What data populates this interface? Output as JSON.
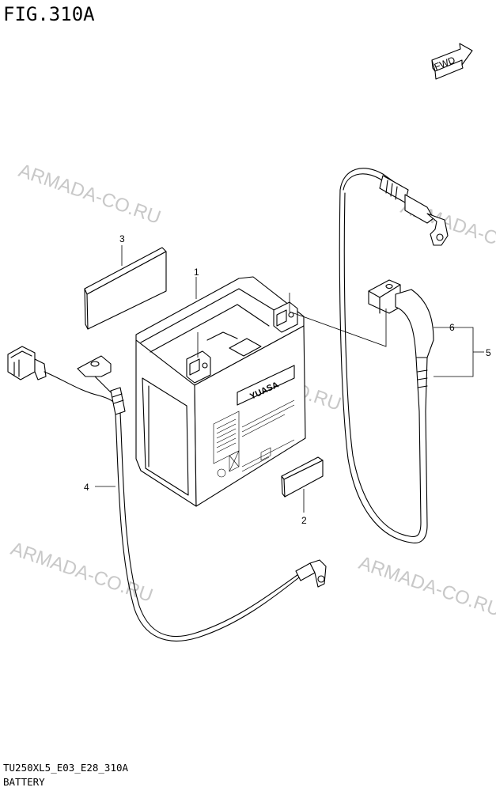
{
  "figure": {
    "title": "FIG.310A"
  },
  "footer": {
    "code": "TU250XL5_E03_E28_310A",
    "name": "BATTERY"
  },
  "fwd_label": "FWD",
  "battery_brand": "YUASA",
  "watermark": "ARMADA-CO.RU",
  "callouts": {
    "c1": "1",
    "c2": "2",
    "c3": "3",
    "c4": "4",
    "c5": "5",
    "c6": "6"
  }
}
